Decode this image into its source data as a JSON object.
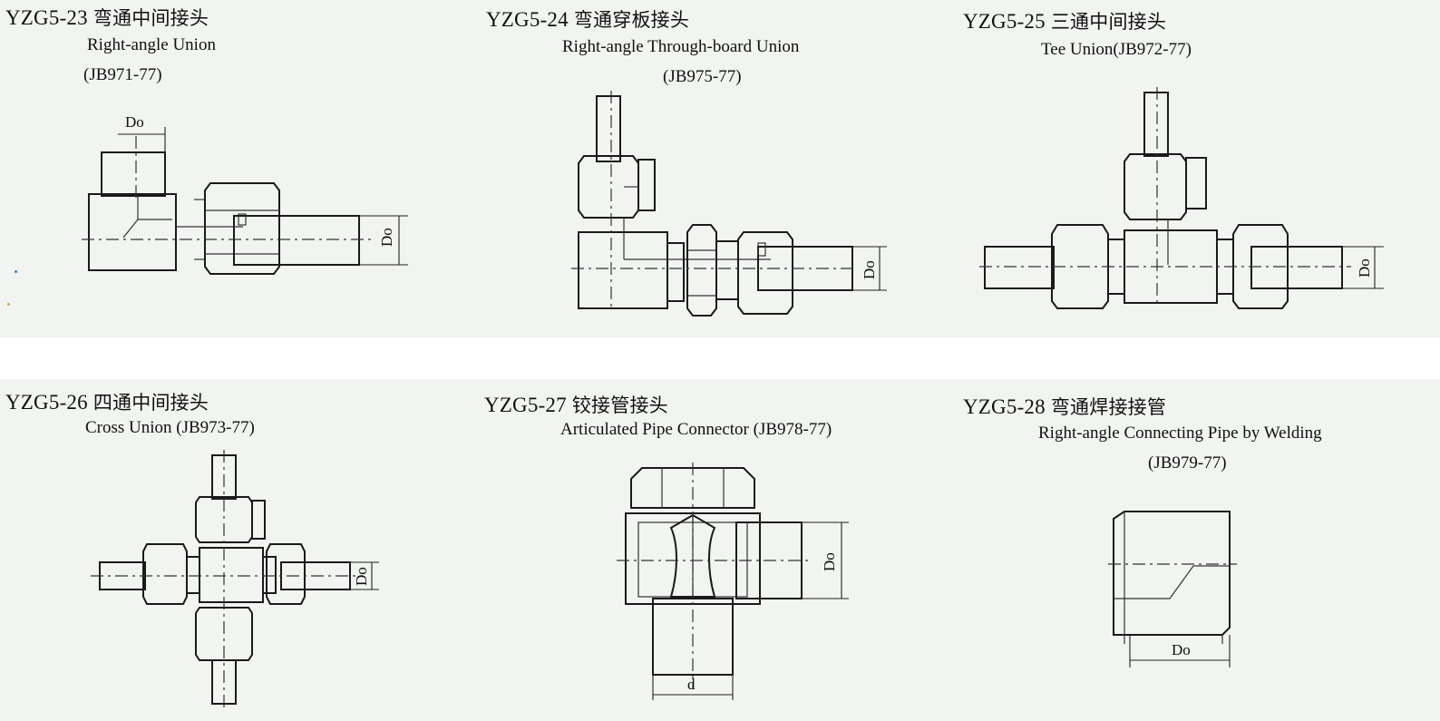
{
  "fittings": [
    {
      "code": "YZG5-23",
      "name_cn": "弯通中间接头",
      "name_en": "Right-angle Union",
      "standard": "(JB971-77)"
    },
    {
      "code": "YZG5-24",
      "name_cn": "弯通穿板接头",
      "name_en": "Right-angle Through-board Union",
      "standard": "(JB975-77)"
    },
    {
      "code": "YZG5-25",
      "name_cn": "三通中间接头",
      "name_en": "Tee Union(JB972-77)"
    },
    {
      "code": "YZG5-26",
      "name_cn": "四通中间接头",
      "name_en": "Cross Union (JB973-77)"
    },
    {
      "code": "YZG5-27",
      "name_cn": "铰接管接头",
      "name_en": "Articulated Pipe Connector (JB978-77)"
    },
    {
      "code": "YZG5-28",
      "name_cn": "弯通焊接接管",
      "name_en": "Right-angle Connecting Pipe by Welding",
      "standard": "(JB979-77)"
    }
  ],
  "dim_labels": {
    "outer_diameter": "Do",
    "bore": "d"
  },
  "colors": {
    "background": "#ffffff",
    "panel": "#f1f4f0",
    "line": "#1a1a1a",
    "speck_blue": "#2b7fd4",
    "speck_yellow": "#e0b020"
  }
}
